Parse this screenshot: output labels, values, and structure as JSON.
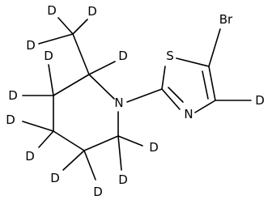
{
  "molecule": {
    "atoms": [
      {
        "id": "Br",
        "label": "Br"
      },
      {
        "id": "S",
        "label": "S"
      },
      {
        "id": "N1",
        "label": "N"
      },
      {
        "id": "N2",
        "label": "N"
      },
      {
        "id": "D_thz",
        "label": "D"
      },
      {
        "id": "D_me1",
        "label": "D"
      },
      {
        "id": "D_me2",
        "label": "D"
      },
      {
        "id": "D_me3",
        "label": "D"
      },
      {
        "id": "D_c2",
        "label": "D"
      },
      {
        "id": "D_c3a",
        "label": "D"
      },
      {
        "id": "D_c3b",
        "label": "D"
      },
      {
        "id": "D_c4a",
        "label": "D"
      },
      {
        "id": "D_c4b",
        "label": "D"
      },
      {
        "id": "D_c5a",
        "label": "D"
      },
      {
        "id": "D_c5b",
        "label": "D"
      },
      {
        "id": "D_c6a",
        "label": "D"
      },
      {
        "id": "D_c6b",
        "label": "D"
      }
    ]
  }
}
